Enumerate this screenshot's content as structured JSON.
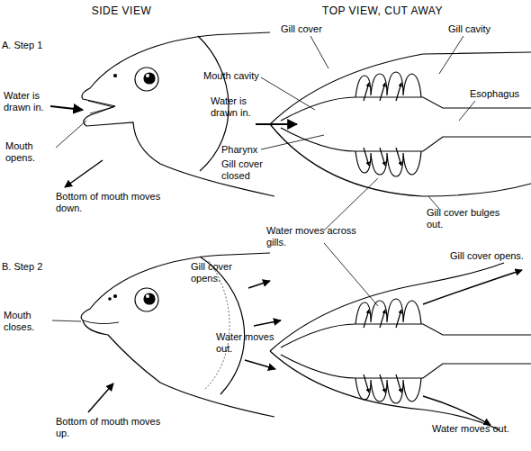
{
  "diagram": {
    "labels": [
      "SIDE VIEW",
      "TOP VIEW, CUT AWAY",
      "A. Step 1",
      "Water is drawn in.",
      "Mouth opens.",
      "Gill cover closed",
      "Bottom of mouth moves down.",
      "Gill cover",
      "Gill cavity",
      "Mouth cavity",
      "Water is drawn in.",
      "Esophagus",
      "Pharynx",
      "Gill cover bulges out.",
      "Water moves across gills.",
      "B. Step 2",
      "Gill cover opens.",
      "Water moves out.",
      "Mouth closes.",
      "Bottom of mouth moves up.",
      "Gill cover opens.",
      "Water moves out."
    ]
  }
}
